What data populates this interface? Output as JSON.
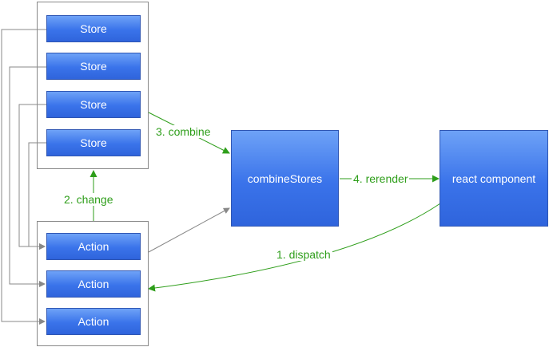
{
  "stores": [
    "Store",
    "Store",
    "Store",
    "Store"
  ],
  "actions": [
    "Action",
    "Action",
    "Action"
  ],
  "combine_label": "combineStores",
  "component_label": "react component",
  "edges": {
    "combine": "3. combine",
    "change": "2. change",
    "rerender": "4. rerender",
    "dispatch": "1. dispatch"
  },
  "colors": {
    "box_fill": "#3a73ea",
    "box_border": "#2f56b3",
    "edge_green": "#2e9e1a",
    "edge_gray": "#888888"
  }
}
